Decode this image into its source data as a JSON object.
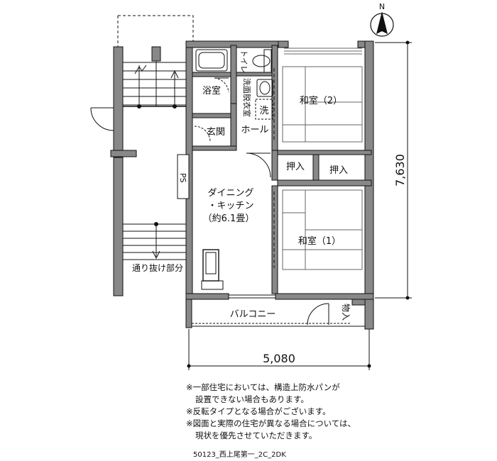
{
  "compass": {
    "label": "N"
  },
  "rooms": {
    "toilet": "トイレ",
    "bath": "浴室",
    "washroom": "洗面脱衣室",
    "washer": "洗",
    "entrance": "玄関",
    "hall": "ホール",
    "washitsu2": "和室（2）",
    "oshiire_a": "押入",
    "oshiire_b": "押入",
    "ps": "PS",
    "dk_line1": "ダイニング",
    "dk_line2": "・キッチン",
    "dk_line3": "（約6.1畳）",
    "washitsu1": "和室（1）",
    "passage": "通り抜け部分",
    "balcony": "バルコニー",
    "storage": "物入"
  },
  "dimensions": {
    "depth": "7,630",
    "width": "5,080"
  },
  "notes": [
    "※一部住宅においては、構造上防水パンが",
    "設置できない場合もあります。",
    "※反転タイプとなる場合がございます。",
    "※図面と実際の住宅が異なる場合については、",
    "現状を優先させていただきます。"
  ],
  "plan_code": "50123_西上尾第一_2C_2DK"
}
